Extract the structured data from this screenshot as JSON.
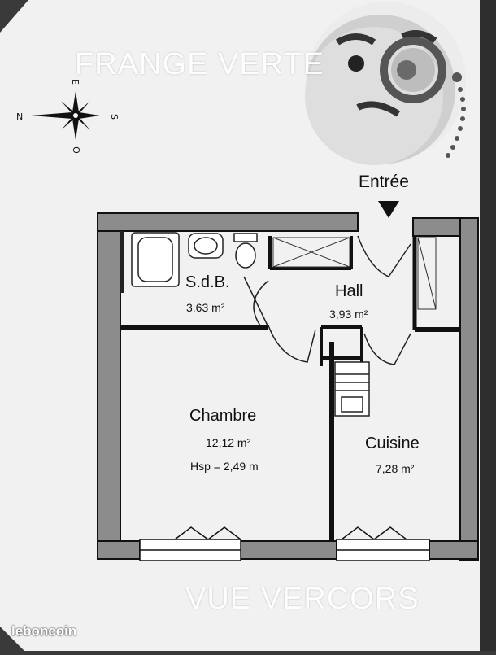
{
  "watermark_top": "FRANGE VERTE",
  "watermark_bottom": "VUE VERCORS",
  "brand": "leboncoin",
  "compass": {
    "n": "N",
    "e": "E",
    "s": "S",
    "o": "O"
  },
  "entrance_label": "Entrée",
  "rooms": {
    "sdb": {
      "name": "S.d.B.",
      "area": "3,63 m²"
    },
    "hall": {
      "name": "Hall",
      "area": "3,93 m²"
    },
    "chambre": {
      "name": "Chambre",
      "area": "12,12 m²",
      "height": "Hsp = 2,49 m"
    },
    "cuisine": {
      "name": "Cuisine",
      "area": "7,28 m²"
    }
  },
  "icons": [
    "monocle-emoji-icon",
    "compass-rose-icon",
    "entrance-arrow-icon"
  ]
}
